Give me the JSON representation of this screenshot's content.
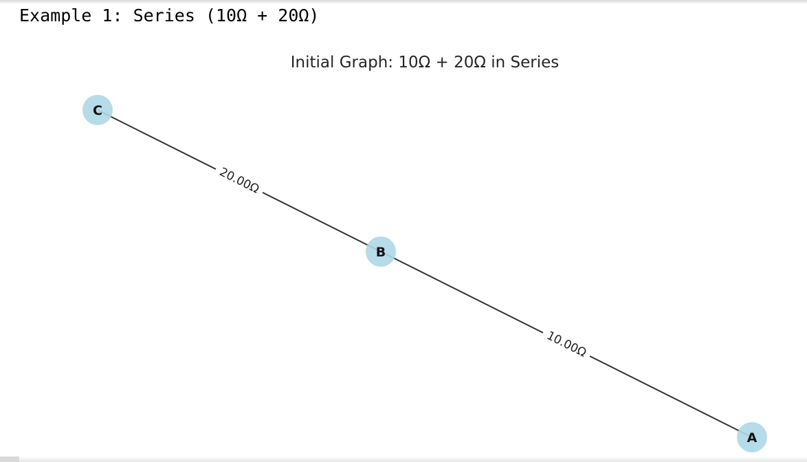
{
  "output_heading": "Example 1: Series (10Ω + 20Ω)",
  "graph": {
    "title": "Initial Graph: 10Ω + 20Ω in Series",
    "node_color": "#add8e6",
    "nodes": [
      {
        "id": "C",
        "label": "C"
      },
      {
        "id": "B",
        "label": "B"
      },
      {
        "id": "A",
        "label": "A"
      }
    ],
    "edges": [
      {
        "from": "C",
        "to": "B",
        "label": "20.00Ω"
      },
      {
        "from": "B",
        "to": "A",
        "label": "10.00Ω"
      }
    ]
  }
}
